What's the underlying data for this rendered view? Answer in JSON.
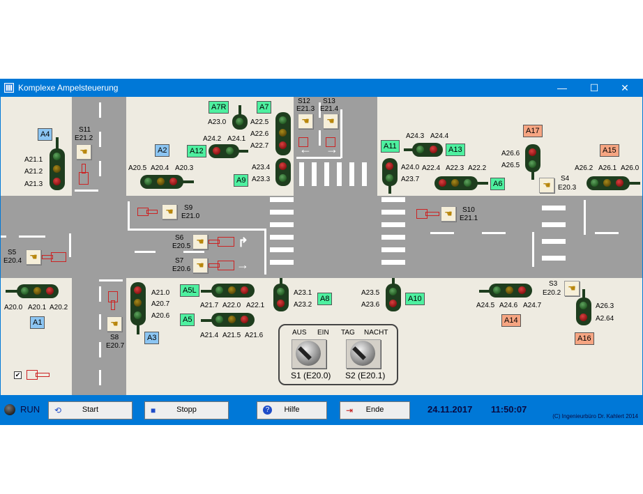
{
  "window": {
    "title": "Komplexe Ampelsteuerung",
    "minimize": "—",
    "maximize": "☐",
    "close": "✕"
  },
  "lights": {
    "A1": {
      "tag": "A1",
      "l1": "A20.0",
      "l2": "A20.1",
      "l3": "A20.2"
    },
    "A2": {
      "tag": "A2",
      "l1": "A20.5",
      "l2": "A20.4",
      "l3": "A20.3"
    },
    "A3": {
      "tag": "A3",
      "l1": "A21.0",
      "l2": "A20.7",
      "l3": "A20.6"
    },
    "A4": {
      "tag": "A4",
      "l1": "A21.1",
      "l2": "A21.2",
      "l3": "A21.3"
    },
    "A5": {
      "tag": "A5",
      "l1": "A21.4",
      "l2": "A21.5",
      "l3": "A21.6"
    },
    "A5L": {
      "tag": "A5L",
      "l1": "A21.7",
      "l2": "A22.0",
      "l3": "A22.1"
    },
    "A6": {
      "tag": "A6",
      "l1": "A22.4",
      "l2": "A22.3",
      "l3": "A22.2"
    },
    "A7": {
      "tag": "A7",
      "l1": "A22.5",
      "l2": "A22.6",
      "l3": "A22.7"
    },
    "A7R": {
      "tag": "A7R",
      "l1": "A23.0"
    },
    "A8": {
      "tag": "A8",
      "l1": "A23.1",
      "l2": "A23.2"
    },
    "A9": {
      "tag": "A9",
      "l1": "A23.4",
      "l2": "A23.3"
    },
    "A10": {
      "tag": "A10",
      "l1": "A23.5",
      "l2": "A23.6"
    },
    "A11": {
      "tag": "A11",
      "l1": "A24.0",
      "l2": "A23.7"
    },
    "A12": {
      "tag": "A12",
      "l1": "A24.2",
      "l2": "A24.1"
    },
    "A13": {
      "tag": "A13",
      "l1": "A24.3",
      "l2": "A24.4"
    },
    "A14": {
      "tag": "A14",
      "l1": "A24.5",
      "l2": "A24.6",
      "l3": "A24.7"
    },
    "A15": {
      "tag": "A15",
      "l1": "A26.2",
      "l2": "A26.1",
      "l3": "A26.0"
    },
    "A16": {
      "tag": "A16",
      "l1": "A26.3",
      "l2": "A2.64"
    },
    "A17": {
      "tag": "A17",
      "l1": "A26.6",
      "l2": "A26.5"
    }
  },
  "sensors": {
    "S3": {
      "name": "S3",
      "addr": "E20.2"
    },
    "S4": {
      "name": "S4",
      "addr": "E20.3"
    },
    "S5": {
      "name": "S5",
      "addr": "E20.4"
    },
    "S6": {
      "name": "S6",
      "addr": "E20.5"
    },
    "S7": {
      "name": "S7",
      "addr": "E20.6"
    },
    "S8": {
      "name": "S8",
      "addr": "E20.7"
    },
    "S9": {
      "name": "S9",
      "addr": "E21.0"
    },
    "S10": {
      "name": "S10",
      "addr": "E21.1"
    },
    "S11": {
      "name": "S11",
      "addr": "E21.2"
    },
    "S12": {
      "name": "S12",
      "addr": "E21.3"
    },
    "S13": {
      "name": "S13",
      "addr": "E21.4"
    }
  },
  "switches": {
    "s1_off": "AUS",
    "s1_on": "EIN",
    "s2_day": "TAG",
    "s2_night": "NACHT",
    "s1_label": "S1 (E20.0)",
    "s2_label": "S2 (E20.1)"
  },
  "status": {
    "run": "RUN",
    "start": "Start",
    "stop": "Stopp",
    "help": "Hilfe",
    "end": "Ende",
    "date": "24.11.2017",
    "time": "11:50:07",
    "copyright": "(C) Ingenieurbüro Dr. Kahlert 2014",
    "checkbox": "✔"
  },
  "colors": {
    "tag_blue": "#8cc5f2",
    "tag_green": "#4ef0a0",
    "tag_orange": "#f6a582",
    "titlebar": "#0078d7"
  }
}
